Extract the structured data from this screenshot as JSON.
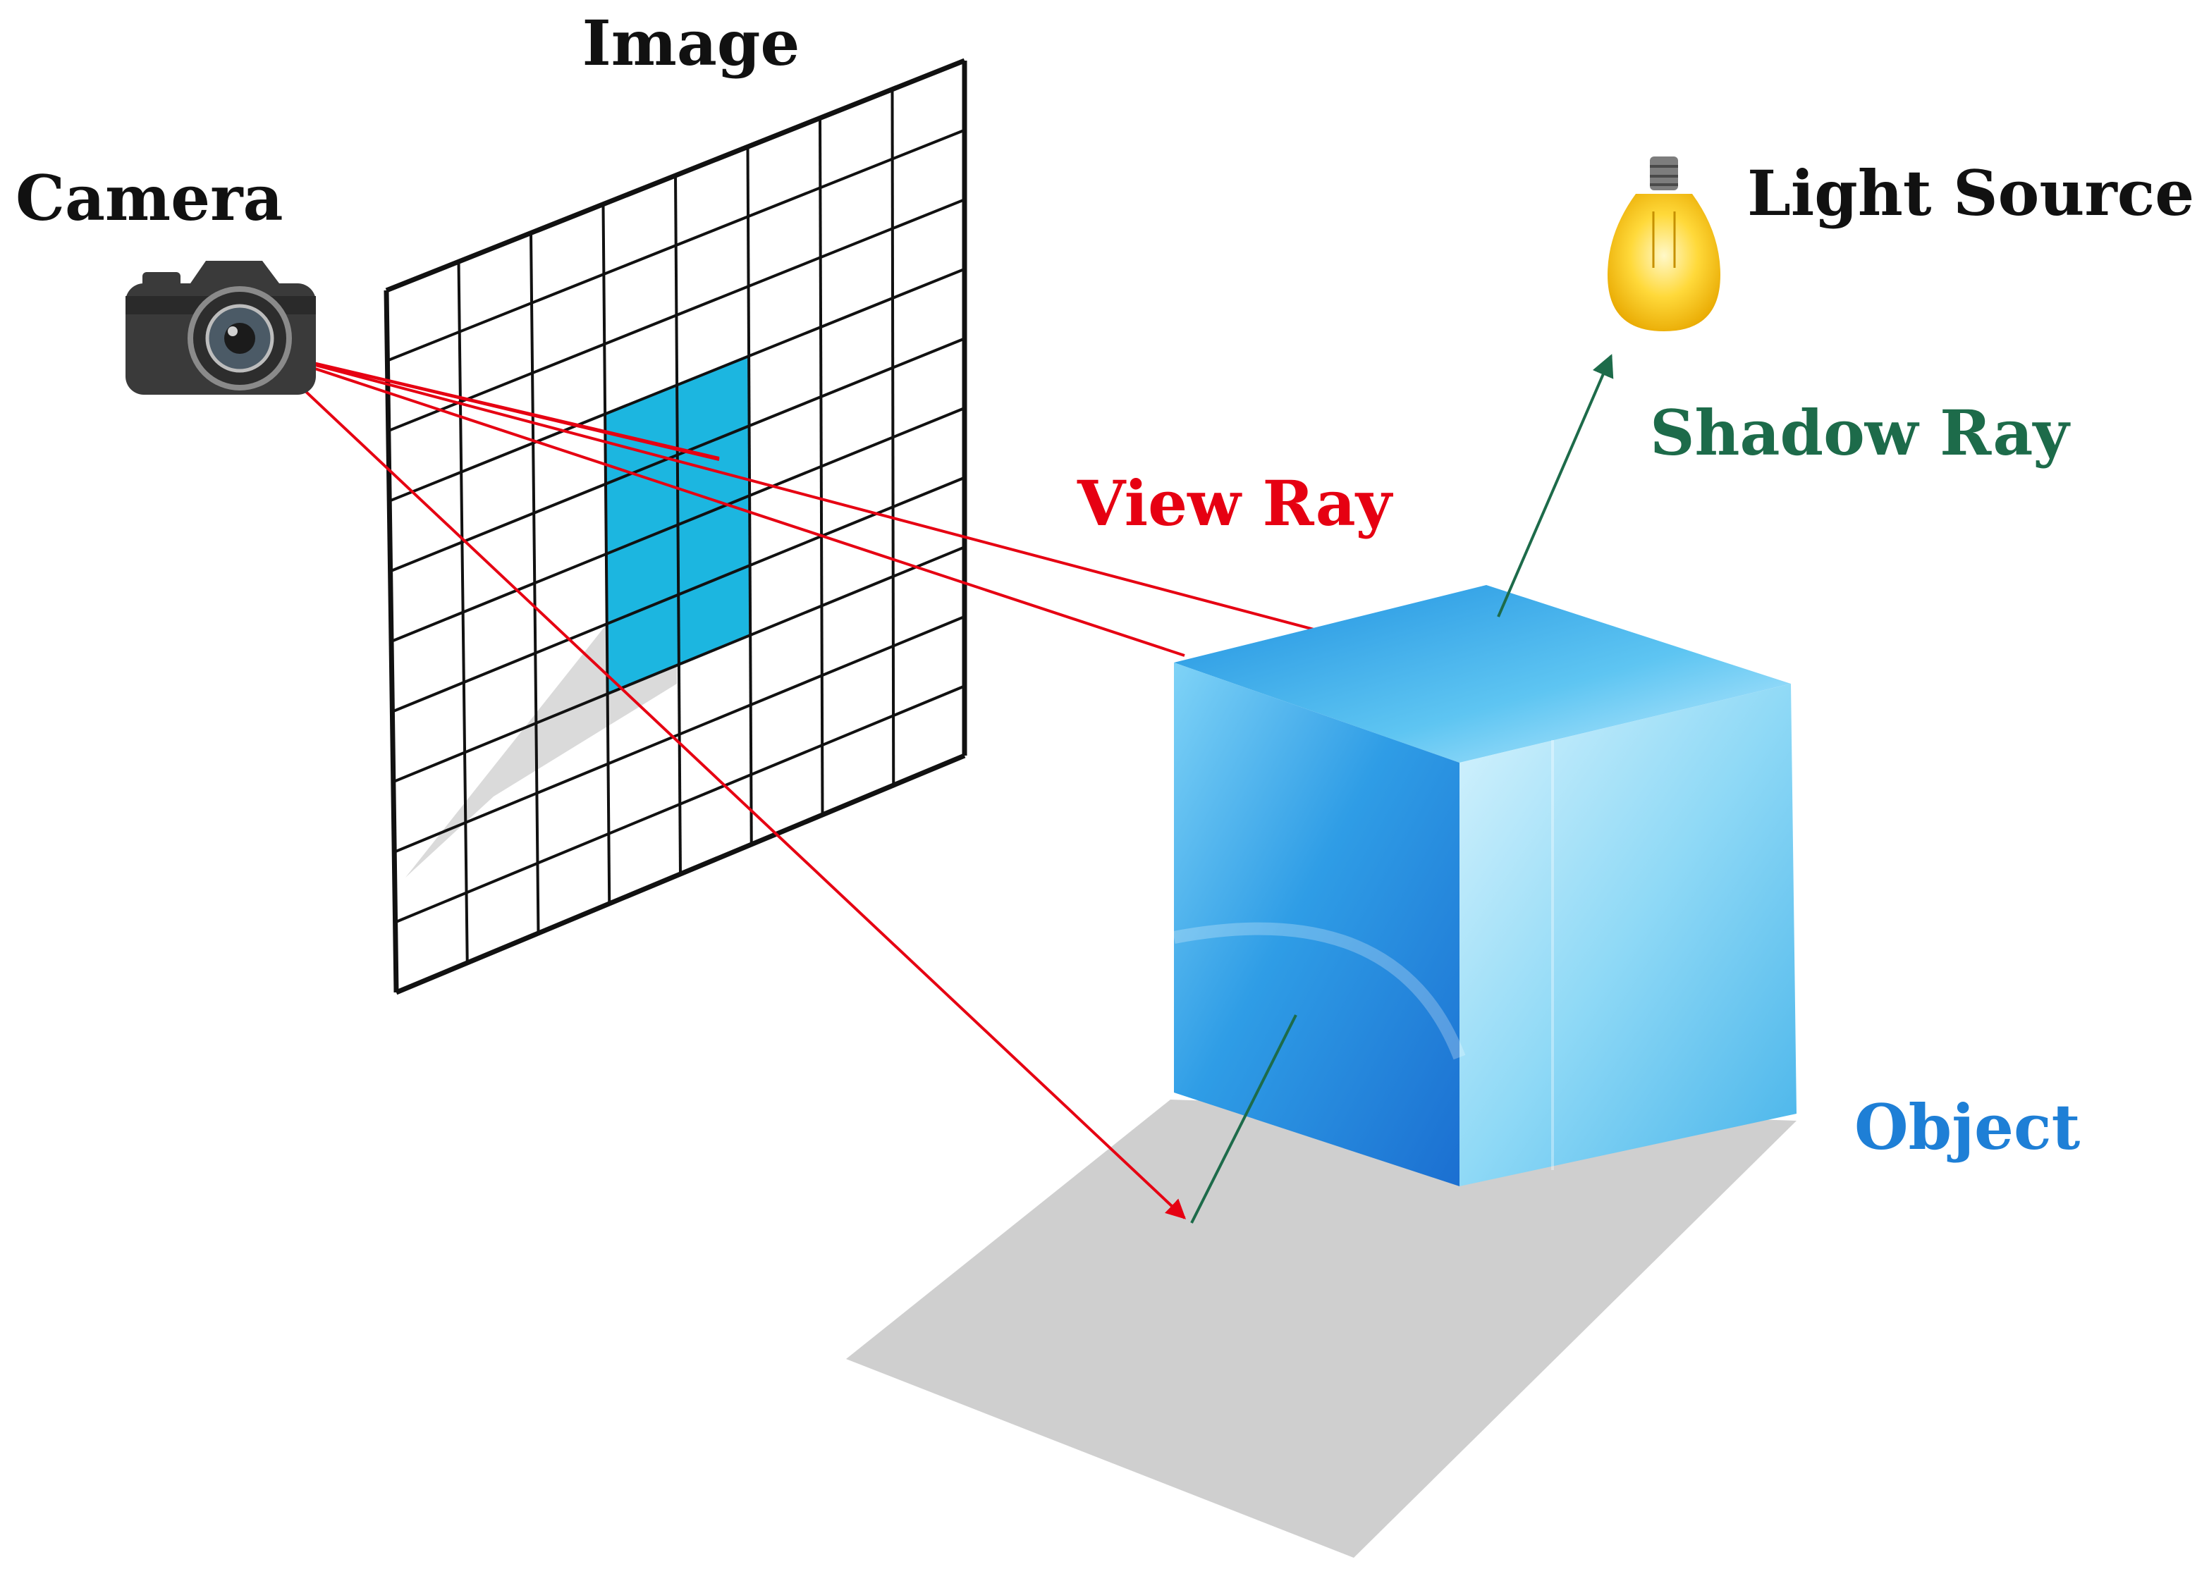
{
  "labels": {
    "image": "Image",
    "camera": "Camera",
    "light_source": "Light Source",
    "shadow_ray": "Shadow Ray",
    "view_ray": "View Ray",
    "object": "Object"
  },
  "image_grid": {
    "columns": 8,
    "rows": 10,
    "highlighted_columns": [
      3,
      4
    ],
    "highlighted_rows": [
      3,
      4,
      5,
      6
    ]
  },
  "colors": {
    "text": "#111111",
    "view_ray": "#e60012",
    "shadow_ray": "#1d6b4a",
    "object": "#1e7fd6",
    "grid_highlight": "#1cb6e0",
    "shadow": "#cfcfcf",
    "bulb": "#f7c600"
  }
}
